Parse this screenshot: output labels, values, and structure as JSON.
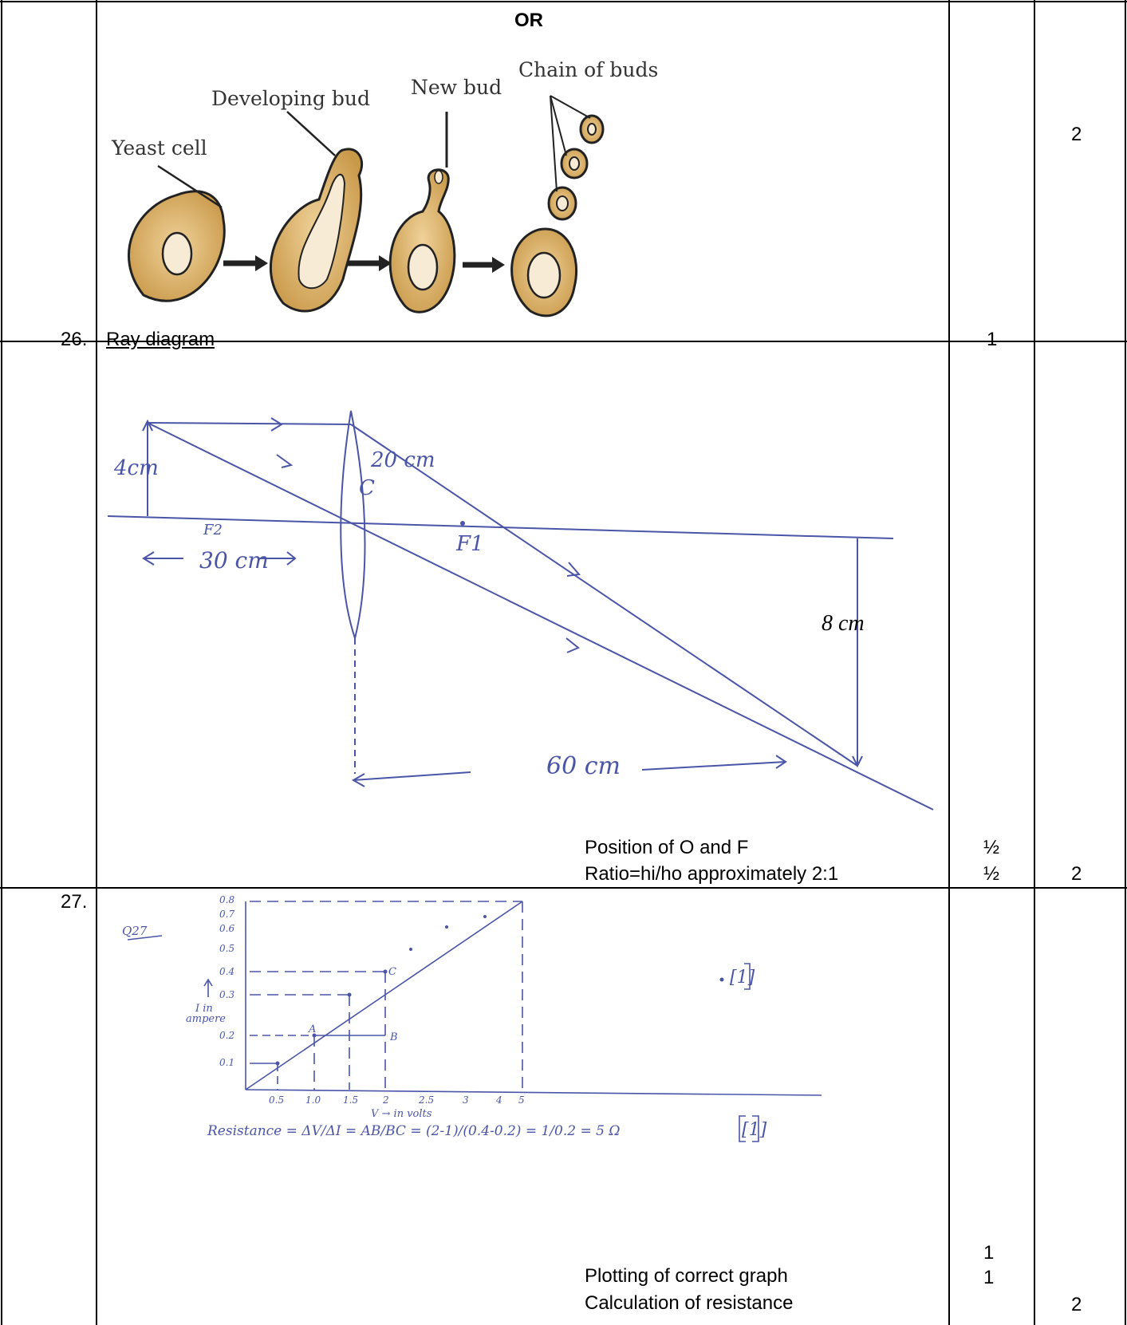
{
  "rows": [
    {
      "number": "",
      "heading": "OR",
      "marks": "",
      "total": "2",
      "figure": {
        "type": "budding-diagram",
        "labels": {
          "yeast_cell": "Yeast cell",
          "developing_bud": "Developing bud",
          "new_bud": "New bud",
          "chain_of_buds": "Chain of buds"
        }
      }
    },
    {
      "number": "26.",
      "heading": "Ray diagram",
      "marks": "1",
      "figure": {
        "type": "ray-diagram",
        "labels": {
          "object_height": "4cm",
          "f2": "F2",
          "optical_centre": "C",
          "focal_length": "20 cm",
          "f1": "F1",
          "object_distance": "30 cm",
          "image_height": "8 cm",
          "image_distance": "60 cm"
        }
      },
      "criteria": [
        {
          "text": "Position of O and F",
          "mark": "½"
        },
        {
          "text": "Ratio=hi/ho approximately 2:1",
          "mark": "½"
        }
      ],
      "total": "2"
    },
    {
      "number": "27.",
      "figure": {
        "type": "vi-graph",
        "tag": "Q27",
        "y_label_1": "I in",
        "y_label_2": "ampere",
        "x_label": "V → in volts",
        "mark_tag_1": "[1]",
        "mark_tag_2": "[1]",
        "resistance_text": "Resistance = ΔV/ΔI = AB/BC = (2-1)/(0.4-0.2) = 1/0.2 = 5 Ω",
        "y_ticks": [
          "0.1",
          "0.2",
          "0.3",
          "0.4",
          "0.5",
          "0.6",
          "0.7",
          "0.8"
        ],
        "x_ticks": [
          "0.5",
          "1.0",
          "1.5",
          "2",
          "2.5",
          "3",
          "4",
          "5"
        ],
        "point_labels": [
          "A",
          "B",
          "C"
        ]
      },
      "criteria": [
        {
          "text": "Plotting of correct graph",
          "mark": "1"
        },
        {
          "text": "Calculation of resistance",
          "mark": "1"
        }
      ],
      "total": "2"
    }
  ]
}
